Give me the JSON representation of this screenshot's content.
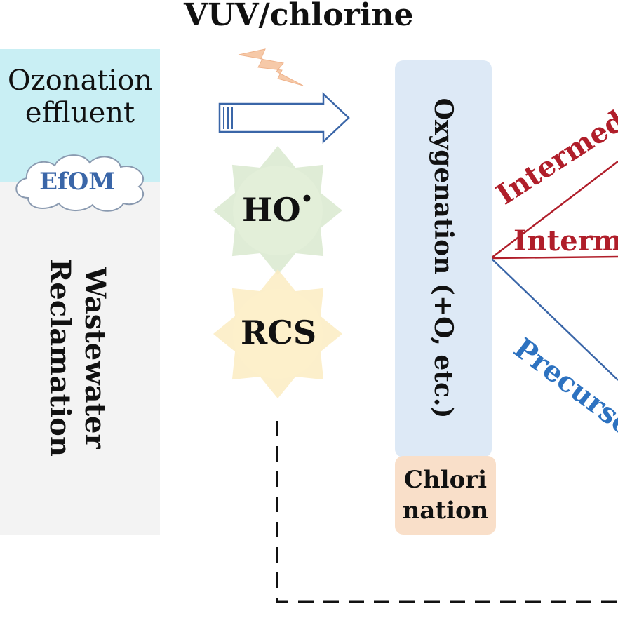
{
  "title": "VUV/chlorine",
  "left_panel": {
    "top_label_line1": "Ozonation",
    "top_label_line2": "effluent",
    "cloud_label": "EfOM",
    "bottom_label_line1": "Wastewater",
    "bottom_label_line2": "Reclamation"
  },
  "radicals": {
    "ho": "HO",
    "ho_dot": "•",
    "rcs": "RCS"
  },
  "process": {
    "oxygenation": "Oxygenation (+O, etc.)",
    "chlorination_line1": "Chlori",
    "chlorination_line2": "nation"
  },
  "pathways": {
    "upper": "Intermedi",
    "middle": "Interme",
    "lower": "Precursor"
  },
  "colors": {
    "cyan_panel": "#c9eff4",
    "gray_panel": "#f3f3f3",
    "oxygenation_bar": "#dde9f6",
    "chlorination_box": "#f9dfc9",
    "intermediate_red": "#b01e2a",
    "precursor_blue": "#2d72c0",
    "arrow_blue": "#3a66a8"
  }
}
